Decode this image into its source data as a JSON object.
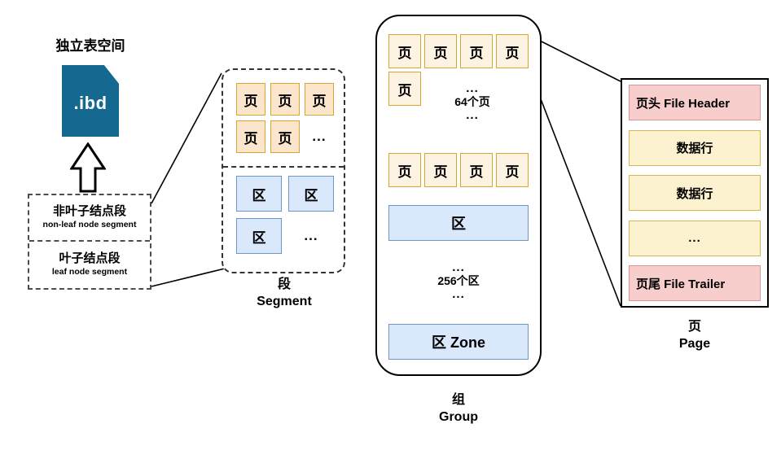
{
  "diagram": {
    "title_tablespace": "独立表空间",
    "file_icon": {
      "label": ".ibd",
      "color": "#15688f"
    },
    "segment_definition": {
      "non_leaf": {
        "cn": "非叶子结点段",
        "en": "non-leaf node segment"
      },
      "leaf": {
        "cn": "叶子结点段",
        "en": "leaf node segment"
      }
    },
    "segment": {
      "caption_cn": "段",
      "caption_en": "Segment",
      "page_row_1": [
        "页",
        "页",
        "页"
      ],
      "page_row_2": [
        "页",
        "页"
      ],
      "page_ellipsis": "...",
      "zone_row_1": [
        "区",
        "区"
      ],
      "zone_row_2": [
        "区"
      ],
      "zone_ellipsis": "..."
    },
    "group": {
      "caption_cn": "组",
      "caption_en": "Group",
      "page_row_top": [
        "页",
        "页",
        "页",
        "页"
      ],
      "page_row_second": [
        "页"
      ],
      "page_note_top": "...",
      "page_note_count": "64个页",
      "page_note_bottom": "...",
      "page_row_bottom": [
        "页",
        "页",
        "页",
        "页"
      ],
      "zone_top_label": "区",
      "zone_note_top": "...",
      "zone_note_count": "256个区",
      "zone_note_bottom": "...",
      "zone_bottom_label": "区 Zone"
    },
    "page": {
      "caption_cn": "页",
      "caption_en": "Page",
      "rows": [
        {
          "label": "页头 File Header",
          "kind": "header"
        },
        {
          "label": "数据行",
          "kind": "data"
        },
        {
          "label": "数据行",
          "kind": "data"
        },
        {
          "label": "...",
          "kind": "ellipsis"
        },
        {
          "label": "页尾 File Trailer",
          "kind": "header"
        }
      ]
    },
    "colors": {
      "page_chip_fill": "#fbe5cd",
      "page_chip_border": "#d6a730",
      "zone_chip_fill": "#dae8fc",
      "zone_chip_border": "#7096c8",
      "header_fill": "#f8cecc",
      "header_border": "#d99694",
      "data_fill": "#fcf2cf",
      "data_border": "#d6b656",
      "file_icon": "#15688f"
    }
  }
}
